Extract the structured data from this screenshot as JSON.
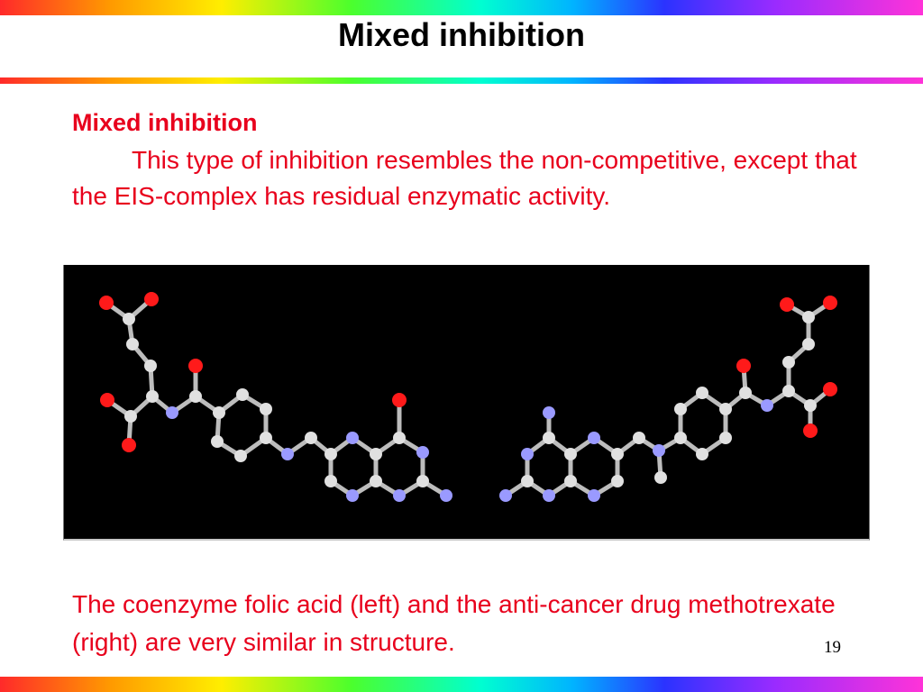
{
  "slide": {
    "title": "Mixed inhibition",
    "heading": "Mixed inhibition",
    "body": "This type of inhibition resembles the non-competitive, except that the EIS-complex has residual enzymatic activity.",
    "caption": "The coenzyme folic acid (left) and the anti-cancer drug methotrexate (right) are very similar in structure.",
    "page_number": "19"
  },
  "molecule_colors": {
    "background": "#000000",
    "carbon": "#e0e0e0",
    "nitrogen": "#9a9aff",
    "oxygen": "#ff1a1a"
  }
}
